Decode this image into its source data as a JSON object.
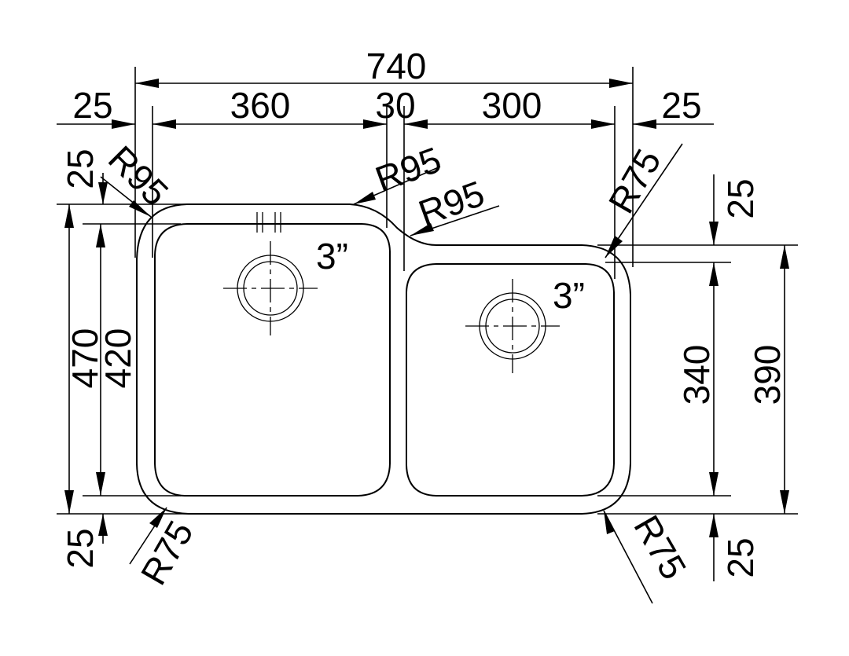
{
  "dimensions": {
    "overall_width": "740",
    "left_bowl_width": "360",
    "divider_width": "30",
    "right_bowl_width": "300",
    "left_margin": "25",
    "right_margin": "25",
    "overall_height": "470",
    "left_bowl_height": "420",
    "right_bowl_height": "340",
    "right_overall_height": "390",
    "top_left_margin": "25",
    "top_right_margin": "25",
    "bottom_left_margin": "25",
    "bottom_right_margin": "25"
  },
  "radii": {
    "top_left": "R95",
    "divider_top": "R95",
    "divider_step": "R95",
    "top_right": "R75",
    "bottom_left": "R75",
    "bottom_right": "R75"
  },
  "drains": {
    "left": "3”",
    "right": "3”"
  }
}
